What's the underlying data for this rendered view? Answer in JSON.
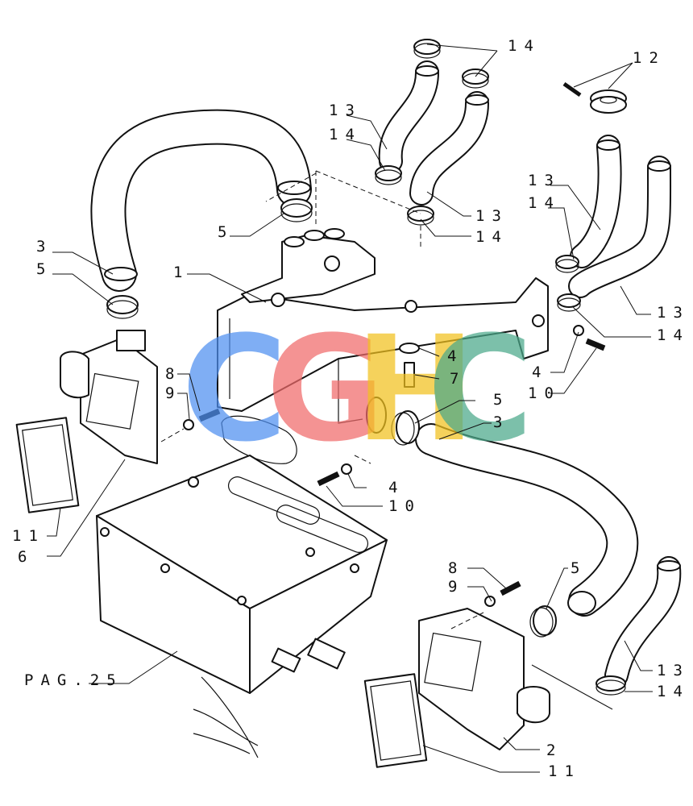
{
  "watermark": {
    "letters": [
      {
        "char": "C",
        "color": "#4f8ff0"
      },
      {
        "char": "G",
        "color": "#f06a6a"
      },
      {
        "char": "H",
        "color": "#f2c21e"
      },
      {
        "char": "C",
        "color": "#4ba98a"
      }
    ]
  },
  "callouts": {
    "c1": "1",
    "c2": "2",
    "c3a": "3",
    "c3b": "3",
    "c4a": "4",
    "c4b": "4",
    "c4c": "4",
    "c5a": "5",
    "c5b": "5",
    "c5c": "5",
    "c5d": "5",
    "c6": "6",
    "c7": "7",
    "c8a": "8",
    "c8b": "8",
    "c9a": "9",
    "c9b": "9",
    "c10a": "10",
    "c10b": "10",
    "c11a": "11",
    "c11b": "11",
    "c12": "12",
    "c13a": "13",
    "c13b": "13",
    "c13c": "13",
    "c13d": "13",
    "c13e": "13",
    "c14a": "14",
    "c14b": "14",
    "c14c": "14",
    "c14d": "14",
    "c14e": "14",
    "c14f": "14"
  },
  "page_ref": "PAG.25"
}
